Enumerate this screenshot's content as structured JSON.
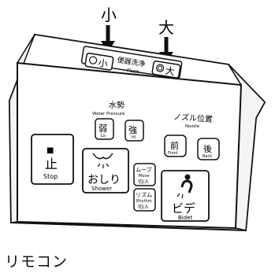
{
  "callouts": {
    "small": "小",
    "large": "大"
  },
  "flush": {
    "small_label": "小",
    "jp_label": "便器洗浄",
    "en_label": "Flush",
    "large_label": "大"
  },
  "water_pressure": {
    "jp_label": "水勢",
    "en_label": "Water Pressure",
    "lo_jp": "弱",
    "lo_en": "Lo",
    "hi_jp": "強",
    "hi_en": "Hi"
  },
  "nozzle": {
    "jp_label": "ノズル位置",
    "en_label": "Nozzle",
    "front_jp": "前",
    "front_en": "Front",
    "back_jp": "後",
    "back_en": "Back"
  },
  "stop": {
    "symbol": "■",
    "jp": "止",
    "en": "Stop"
  },
  "shower": {
    "jp": "おしり",
    "en": "Shower"
  },
  "move": {
    "jp": "ムーブ",
    "en": "Move",
    "sub": "切/入"
  },
  "rhythm": {
    "jp": "リズム",
    "en": "Rhythm",
    "sub": "切/入"
  },
  "bidet": {
    "jp": "ビデ",
    "en": "Bidet"
  },
  "caption": "リモコン"
}
